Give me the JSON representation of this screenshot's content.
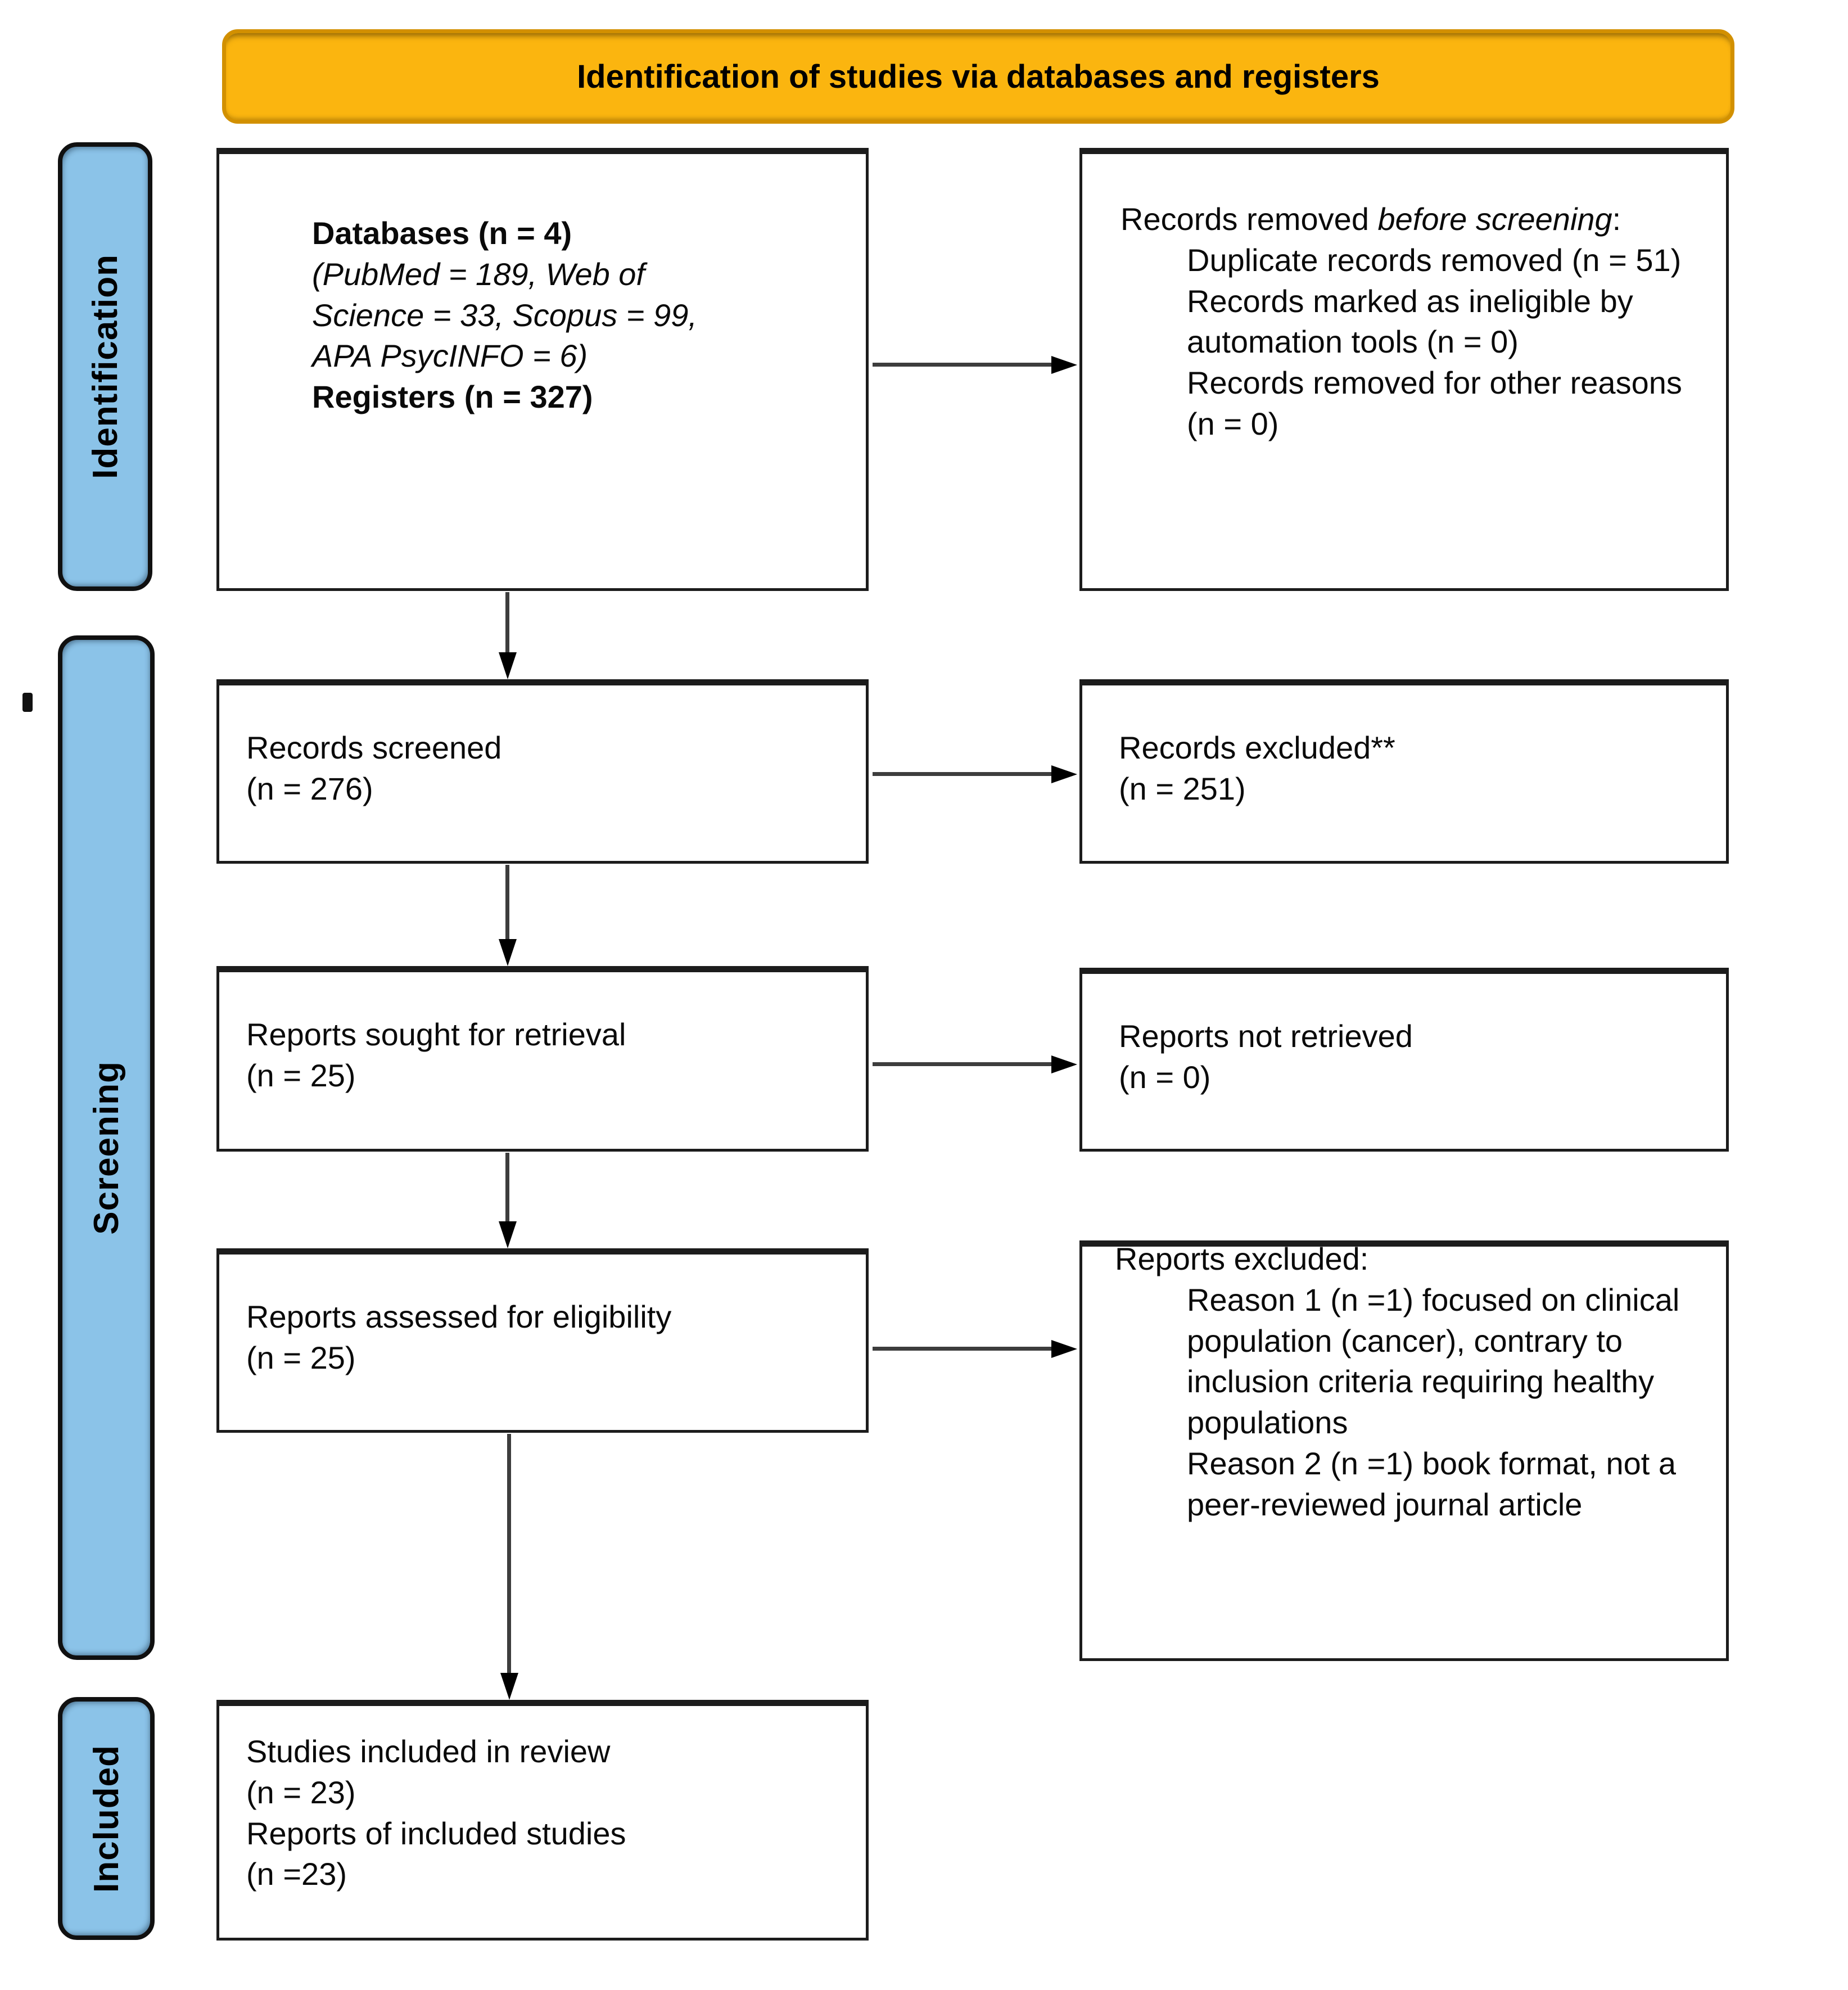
{
  "banner": {
    "title": "Identification of studies via databases and registers"
  },
  "stages": {
    "identification": "Identification",
    "screening": "Screening",
    "included": "Included"
  },
  "boxes": {
    "sources": {
      "databases_label": "Databases (n = 4)",
      "databases_detail_1": "(PubMed = 189, Web of",
      "databases_detail_2": "Science = 33, Scopus = 99,",
      "databases_detail_3": "APA PsycINFO = 6)",
      "registers_label": "Registers (n = 327)"
    },
    "records_removed": {
      "heading_normal": "Records removed ",
      "heading_italic": "before screening",
      "heading_suffix": ":",
      "items": [
        "Duplicate records removed (n = 51)",
        "Records marked as ineligible by automation tools (n = 0)",
        "Records removed for other reasons (n = 0)"
      ]
    },
    "records_screened": {
      "text": "Records screened\n(n = 276)"
    },
    "records_excluded": {
      "text": "Records excluded**\n(n = 251)"
    },
    "reports_sought": {
      "text": "Reports sought for retrieval\n(n = 25)"
    },
    "reports_not_retrieved": {
      "text": "Reports not retrieved\n(n = 0)"
    },
    "reports_assessed": {
      "text": "Reports assessed for eligibility\n(n = 25)"
    },
    "reports_excluded": {
      "heading": "Reports excluded:",
      "items": [
        "Reason 1 (n =1) focused on clinical population (cancer), contrary to inclusion criteria requiring healthy populations",
        "Reason 2 (n =1) book format, not a peer-reviewed journal article"
      ]
    },
    "included_studies": {
      "text": "Studies included in review\n(n = 23)\nReports of included studies\n(n =23)"
    }
  },
  "colors": {
    "banner_bg": "#FBB50F",
    "banner_border": "#D29000",
    "tab_bg": "#8BC3E8",
    "box_border": "#1C1C1C",
    "arrow_line": "#3D3D3D",
    "arrow_head": "#000000"
  }
}
